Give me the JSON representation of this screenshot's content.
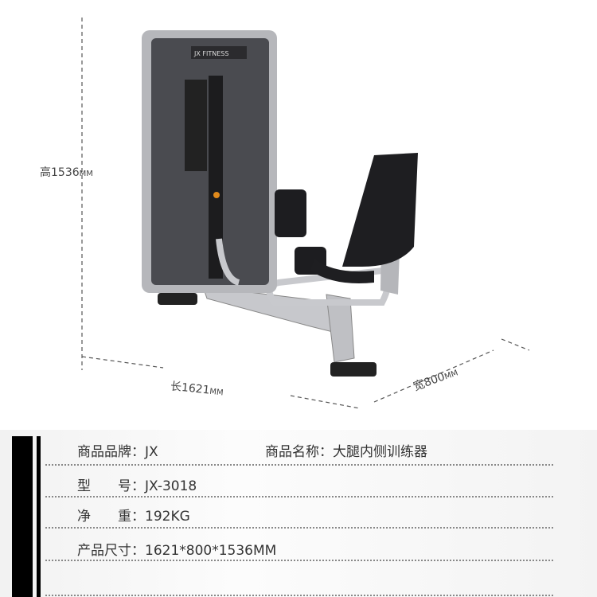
{
  "brand_logo": "JX FITNESS",
  "dimensions": {
    "height": "高1536",
    "height_unit": "MM",
    "length": "长1621",
    "length_unit": "MM",
    "width": "宽800",
    "width_unit": "MM"
  },
  "specs": {
    "brand_label": "商品品牌：",
    "brand_value": "JX",
    "name_label": "商品名称：",
    "name_value": "大腿内侧训练器",
    "model_label": "型　　号：",
    "model_value": "JX-3018",
    "weight_label": "净　　重：",
    "weight_value": "192KG",
    "size_label": "产品尺寸：",
    "size_value": "1621*800*1536MM"
  }
}
